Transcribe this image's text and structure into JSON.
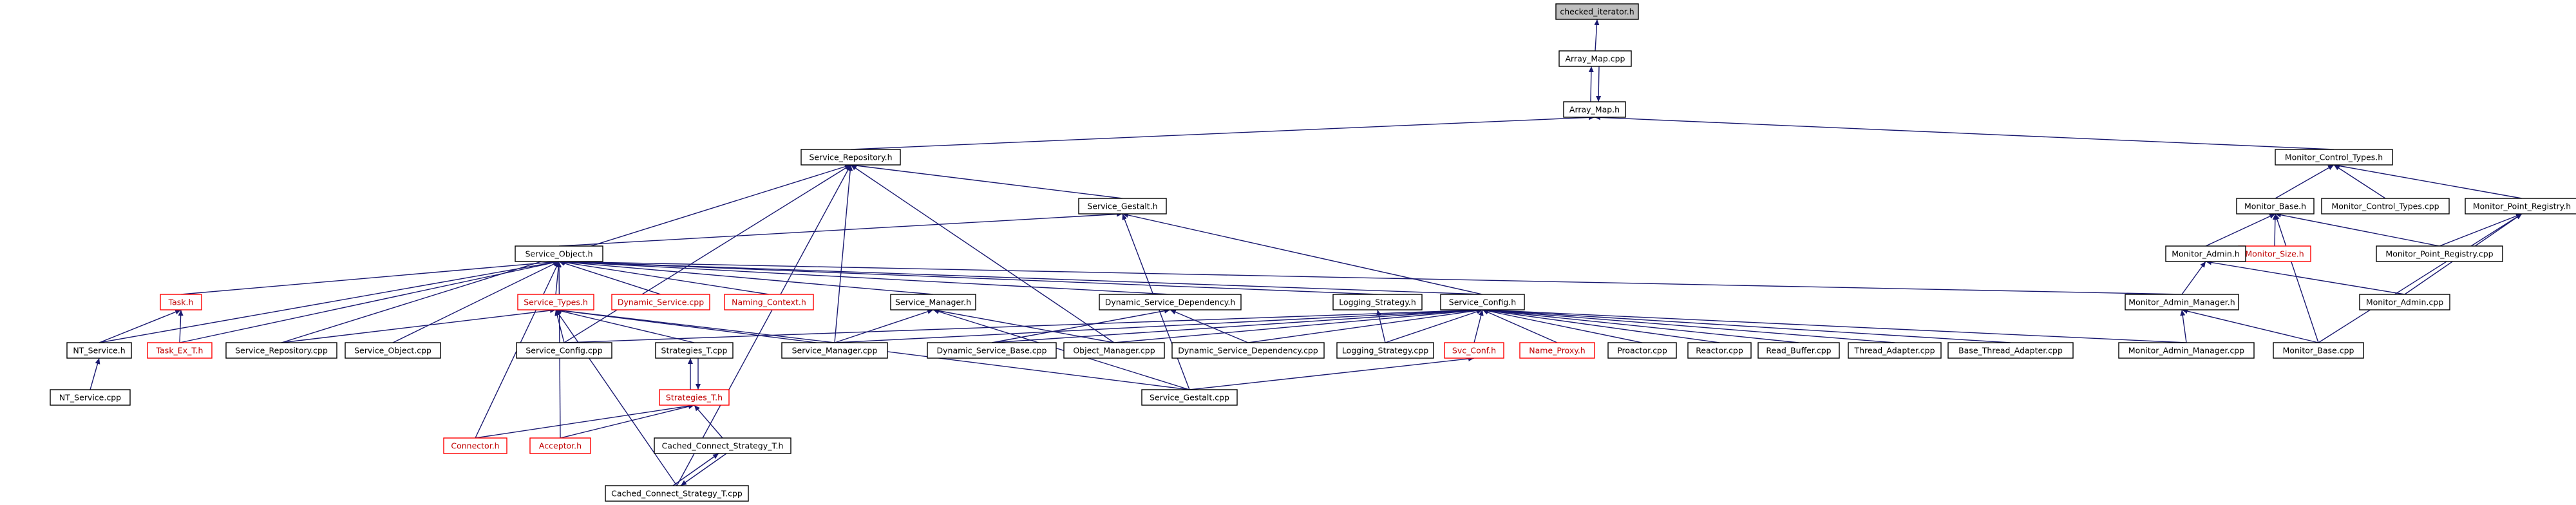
{
  "colors": {
    "edge": "#191970",
    "border": "#000000",
    "broken": "#ff0000",
    "highlight_fill": "#bfbfbf",
    "text": "#000000",
    "broken_text": "#c00000"
  },
  "nodes": {
    "checked_iterator_h": "checked_iterator.h",
    "array_map_cpp": "Array_Map.cpp",
    "array_map_h": "Array_Map.h",
    "service_repository_h": "Service_Repository.h",
    "monitor_control_types_h": "Monitor_Control_Types.h",
    "service_gestalt_h": "Service_Gestalt.h",
    "monitor_base_h": "Monitor_Base.h",
    "monitor_control_types_cpp": "Monitor_Control_Types.cpp",
    "monitor_point_registry_h": "Monitor_Point_Registry.h",
    "monitor_size_h": "Monitor_Size.h",
    "monitor_point_registry_cpp": "Monitor_Point_Registry.cpp",
    "monitor_admin_h": "Monitor_Admin.h",
    "service_object_h": "Service_Object.h",
    "task_h": "Task.h",
    "service_types_h": "Service_Types.h",
    "dynamic_service_cpp": "Dynamic_Service.cpp",
    "naming_context_h": "Naming_Context.h",
    "service_manager_h": "Service_Manager.h",
    "dynamic_service_dependency_h": "Dynamic_Service_Dependency.h",
    "logging_strategy_h": "Logging_Strategy.h",
    "service_config_h": "Service_Config.h",
    "monitor_admin_manager_h": "Monitor_Admin_Manager.h",
    "monitor_admin_cpp": "Monitor_Admin.cpp",
    "nt_service_h": "NT_Service.h",
    "task_ex_t_h": "Task_Ex_T.h",
    "service_repository_cpp": "Service_Repository.cpp",
    "service_object_cpp": "Service_Object.cpp",
    "service_config_cpp": "Service_Config.cpp",
    "strategies_t_cpp": "Strategies_T.cpp",
    "service_manager_cpp": "Service_Manager.cpp",
    "dynamic_service_base_cpp": "Dynamic_Service_Base.cpp",
    "object_manager_cpp": "Object_Manager.cpp",
    "dynamic_service_dependency_cpp": "Dynamic_Service_Dependency.cpp",
    "logging_strategy_cpp": "Logging_Strategy.cpp",
    "svc_conf_h": "Svc_Conf.h",
    "name_proxy_h": "Name_Proxy.h",
    "proactor_cpp": "Proactor.cpp",
    "reactor_cpp": "Reactor.cpp",
    "read_buffer_cpp": "Read_Buffer.cpp",
    "thread_adapter_cpp": "Thread_Adapter.cpp",
    "base_thread_adapter_cpp": "Base_Thread_Adapter.cpp",
    "monitor_admin_manager_cpp": "Monitor_Admin_Manager.cpp",
    "monitor_base_cpp": "Monitor_Base.cpp",
    "nt_service_cpp": "NT_Service.cpp",
    "strategies_t_h": "Strategies_T.h",
    "service_gestalt_cpp": "Service_Gestalt.cpp",
    "connector_h": "Connector.h",
    "acceptor_h": "Acceptor.h",
    "cached_connect_strategy_t_h": "Cached_Connect_Strategy_T.h",
    "cached_connect_strategy_t_cpp": "Cached_Connect_Strategy_T.cpp"
  }
}
